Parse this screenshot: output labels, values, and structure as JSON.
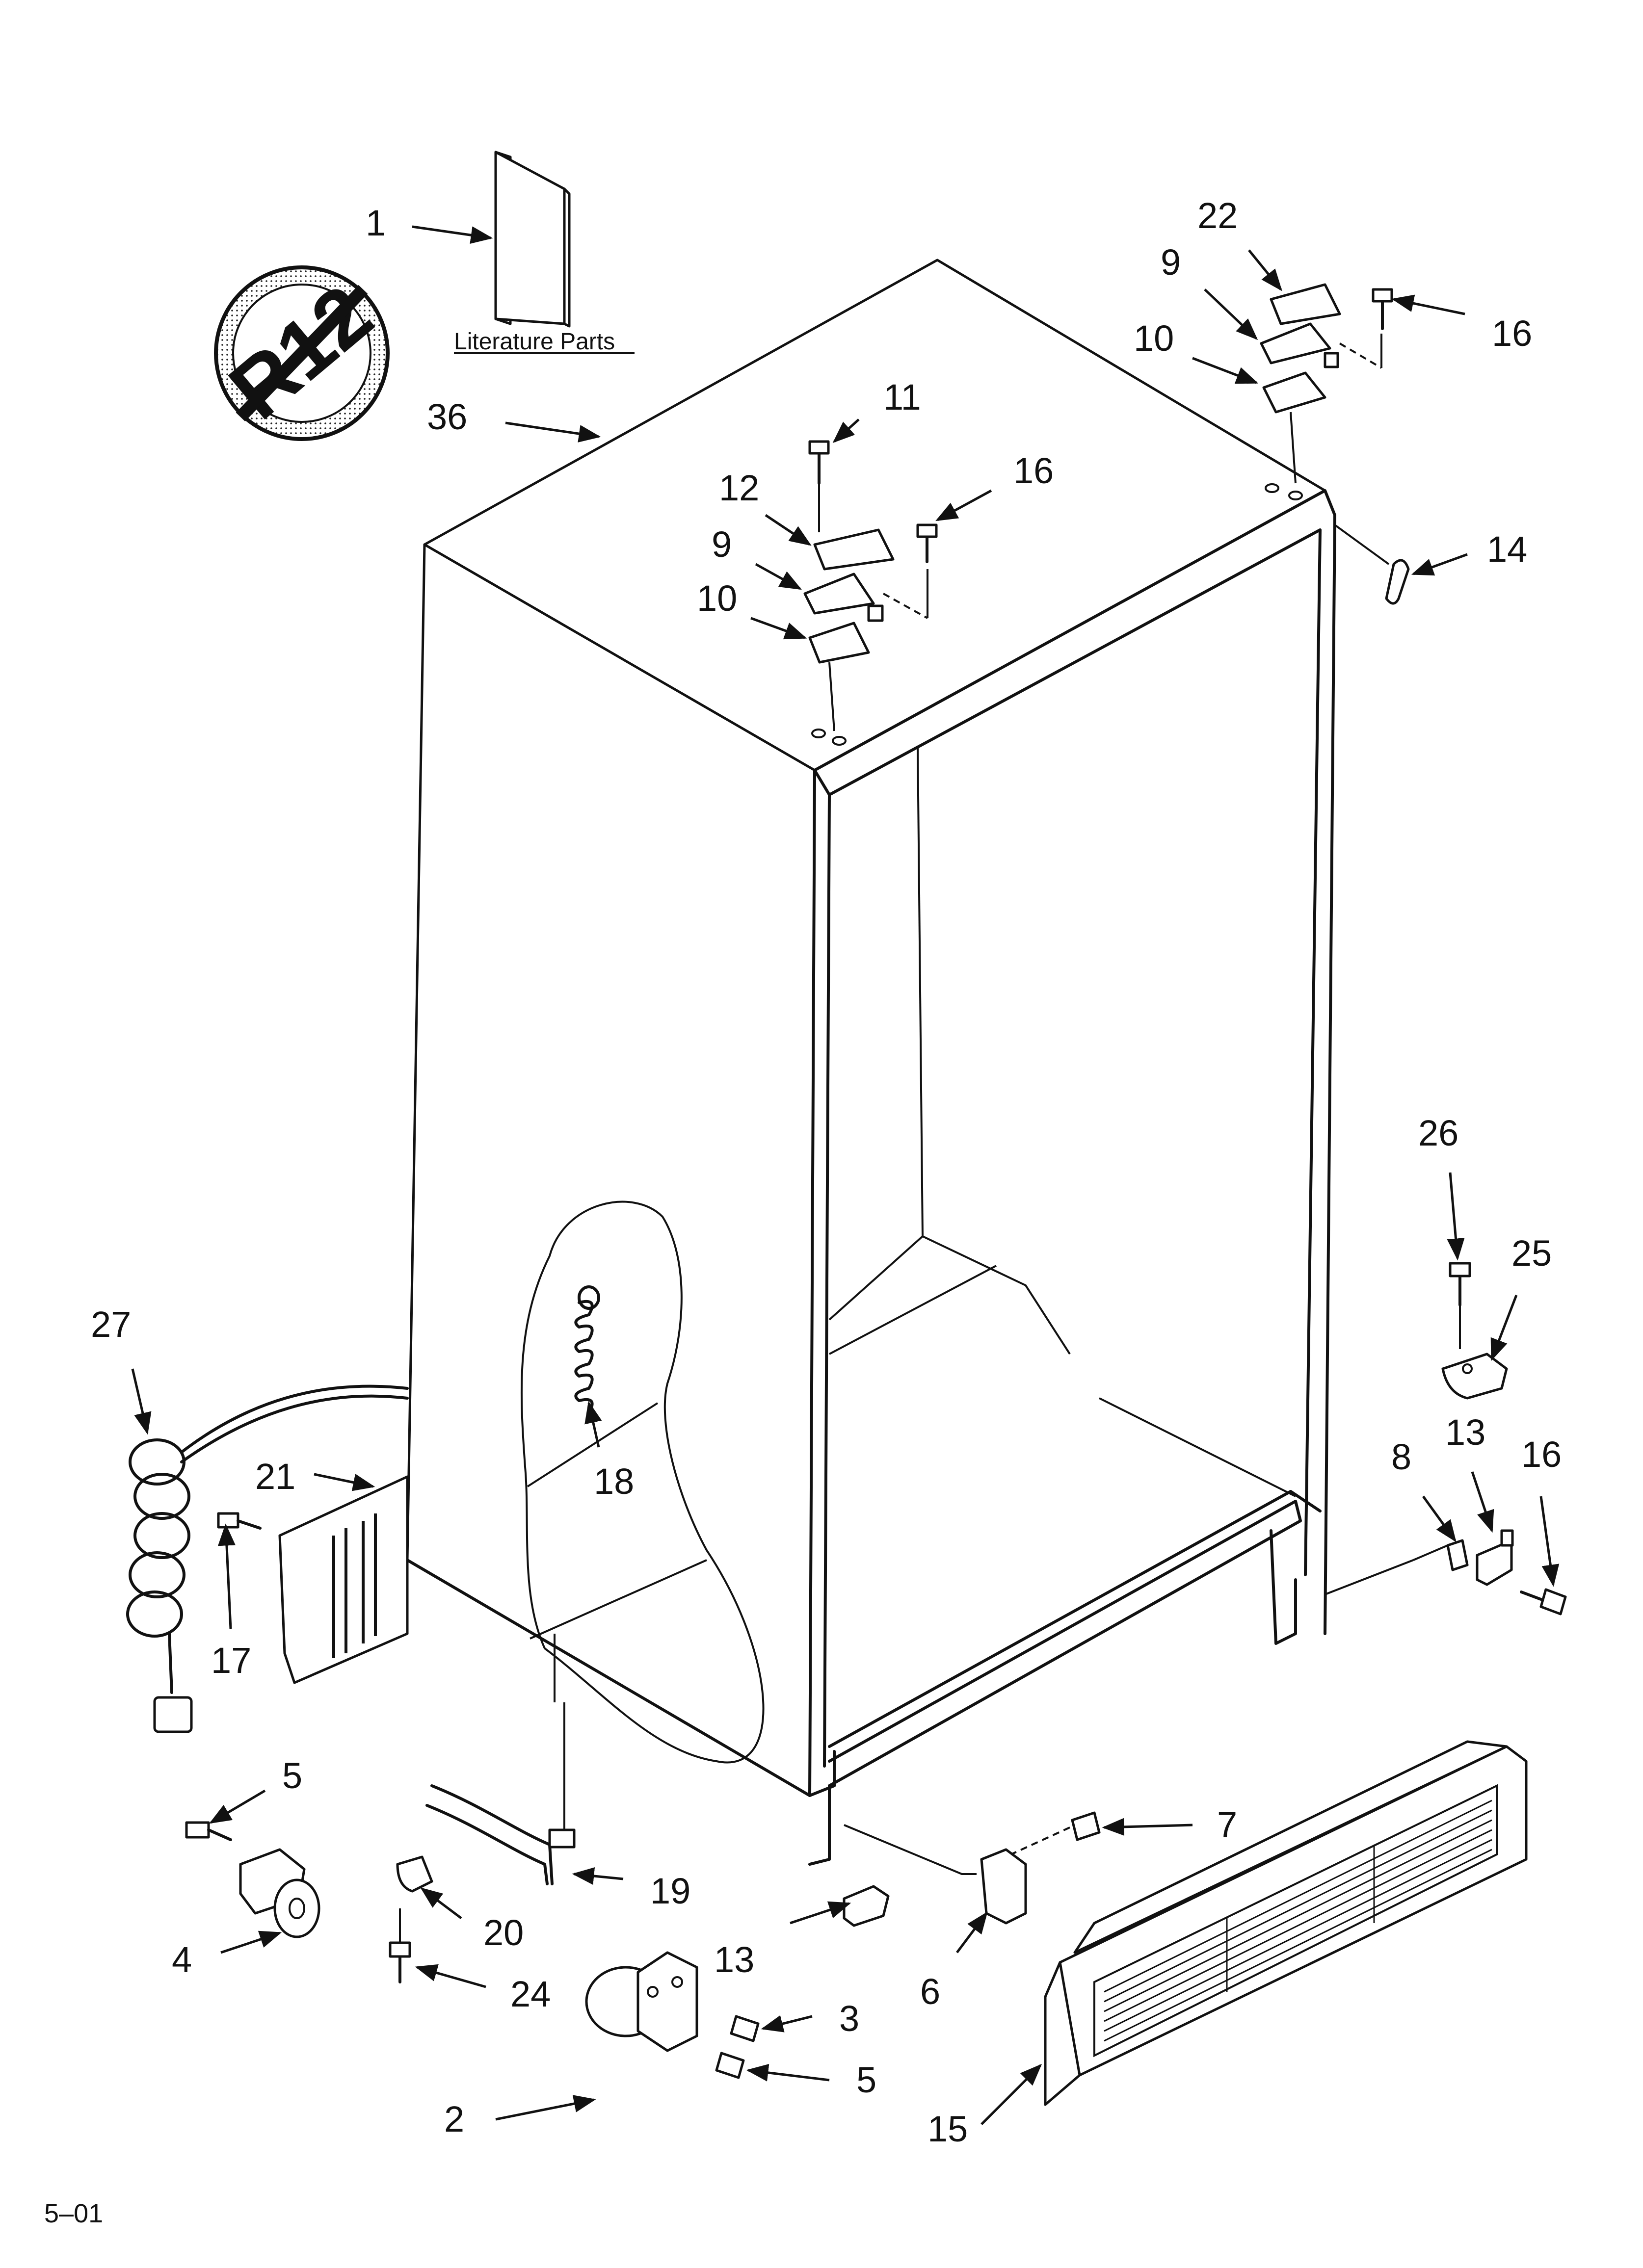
{
  "literature_label": "Literature Parts",
  "badge_text": "R12",
  "page_code": "5–01",
  "callouts": {
    "c1": "1",
    "c36": "36",
    "c22": "22",
    "c9a": "9",
    "c10a": "10",
    "c16a": "16",
    "c11": "11",
    "c12": "12",
    "c16b": "16",
    "c9b": "9",
    "c10b": "10",
    "c14": "14",
    "c26": "26",
    "c25": "25",
    "c13a": "13",
    "c16c": "16",
    "c8": "8",
    "c27": "27",
    "c21": "21",
    "c18": "18",
    "c17": "17",
    "c5a": "5",
    "c4": "4",
    "c20": "20",
    "c19": "19",
    "c24": "24",
    "c13b": "13",
    "c6": "6",
    "c7": "7",
    "c3": "3",
    "c2": "2",
    "c5b": "5",
    "c15": "15"
  }
}
